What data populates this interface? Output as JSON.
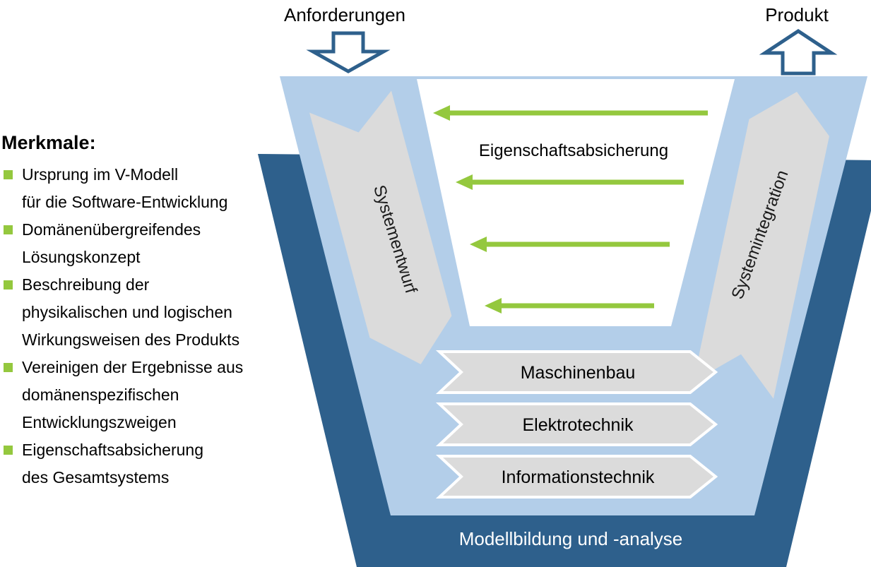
{
  "colors": {
    "dark_blue": "#2E608C",
    "light_blue": "#B3CEE9",
    "gray": "#DBDBDB",
    "green": "#94C83E",
    "text": "#000000"
  },
  "header": {
    "input_label": "Anforderungen",
    "output_label": "Produkt"
  },
  "sidebar": {
    "title": "Merkmale:",
    "items": [
      {
        "lines": [
          "Ursprung im V-Modell",
          "für die Software-Entwicklung"
        ]
      },
      {
        "lines": [
          "Domänenübergreifendes",
          "Lösungskonzept"
        ]
      },
      {
        "lines": [
          "Beschreibung der",
          "physikalischen und logischen",
          "Wirkungsweisen des Produkts"
        ]
      },
      {
        "lines": [
          "Vereinigen der Ergebnisse aus",
          "domänenspezifischen",
          "Entwicklungszweigen"
        ]
      },
      {
        "lines": [
          "Eigenschaftsabsicherung",
          "des Gesamtsystems"
        ]
      }
    ]
  },
  "diagram": {
    "left_arm_label": "Systementwurf",
    "right_arm_label": "Systemintegration",
    "feedback_label": "Eigenschaftsabsicherung",
    "green_arrow_count": 4,
    "domain_arrows": [
      "Maschinenbau",
      "Elektrotechnik",
      "Informationstechnik"
    ],
    "bottom_band_label": "Modellbildung und -analyse"
  }
}
